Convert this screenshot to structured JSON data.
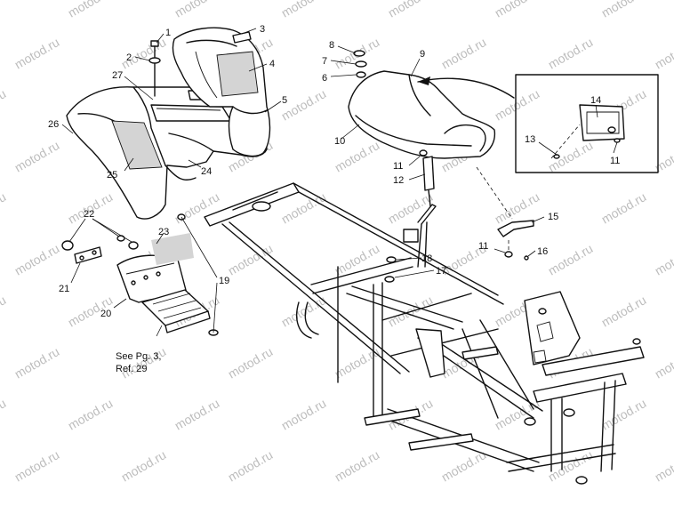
{
  "watermark": "motod.ru",
  "note": {
    "line1": "See Pg. 3,",
    "line2": "Ref. 29"
  },
  "callouts": [
    "1",
    "2",
    "3",
    "4",
    "5",
    "6",
    "7",
    "8",
    "9",
    "10",
    "11",
    "11",
    "11",
    "12",
    "13",
    "14",
    "15",
    "16",
    "17",
    "18",
    "19",
    "20",
    "21",
    "22",
    "23",
    "24",
    "25",
    "26",
    "27"
  ],
  "colors": {
    "line": "#111111",
    "watermark": "#bdbdbd",
    "decal": "#d4d4d4"
  }
}
